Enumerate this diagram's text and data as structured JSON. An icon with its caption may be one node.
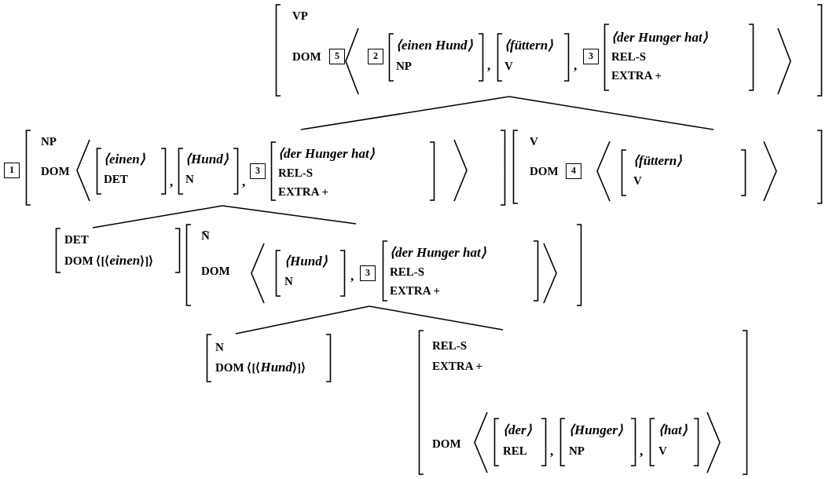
{
  "diagram": {
    "nodes": [
      {
        "text": [
          "VP",
          "DOM",
          ",",
          ","
        ]
      },
      {
        "text": [
          "5"
        ],
        "in": 0
      },
      {
        "text": [
          "2"
        ],
        "in": 0
      },
      {
        "text": [
          "⟨einen Hund⟩",
          "NP"
        ],
        "in": 0
      },
      {
        "text": [
          "⟨füttern⟩",
          "V"
        ],
        "in": 0
      },
      {
        "text": [
          "3"
        ],
        "in": 0
      },
      {
        "text": [
          "⟨der Hunger hat⟩",
          "REL-S",
          "EXTRA +"
        ],
        "in": 0
      },
      {
        "text": [
          "1"
        ]
      },
      {
        "text": [
          "NP",
          "DOM",
          ",",
          ","
        ]
      },
      {
        "text": [
          "⟨einen⟩",
          "DET"
        ],
        "in": 8
      },
      {
        "text": [
          "⟨Hund⟩",
          "N"
        ],
        "in": 8
      },
      {
        "text": [
          "3"
        ],
        "in": 8
      },
      {
        "text": [
          "⟨der Hunger hat⟩",
          "REL-S",
          "EXTRA +"
        ],
        "in": 8
      },
      {
        "text": [
          "V",
          "DOM"
        ]
      },
      {
        "text": [
          "4"
        ],
        "in": 13
      },
      {
        "text": [
          "⟨füttern⟩",
          "V"
        ],
        "in": 13
      },
      {
        "text": [
          "DET",
          "DOM ⟨[⟨*einen*⟩]⟩"
        ]
      },
      {
        "text": [
          "N̄",
          "DOM",
          ","
        ]
      },
      {
        "text": [
          "⟨Hund⟩",
          "N"
        ],
        "in": 17
      },
      {
        "text": [
          "3"
        ],
        "in": 17
      },
      {
        "text": [
          "⟨der Hunger hat⟩",
          "REL-S",
          "EXTRA +"
        ],
        "in": 17
      },
      {
        "text": [
          "N",
          "DOM ⟨[⟨*Hund*⟩]⟩"
        ]
      },
      {
        "text": [
          "REL-S",
          "EXTRA +",
          "DOM",
          ",",
          ","
        ]
      },
      {
        "text": [
          "⟨der⟩",
          "REL"
        ],
        "in": 22
      },
      {
        "text": [
          "⟨Hunger⟩",
          "NP"
        ],
        "in": 22
      },
      {
        "text": [
          "⟨hat⟩",
          "V"
        ],
        "in": 22
      }
    ],
    "edges": [
      {
        "from": 0,
        "to": 8,
        "arrow": "none"
      },
      {
        "from": 0,
        "to": 13,
        "arrow": "none"
      },
      {
        "from": 8,
        "to": 16,
        "arrow": "none"
      },
      {
        "from": 8,
        "to": 17,
        "arrow": "none"
      },
      {
        "from": 17,
        "to": 21,
        "arrow": "none"
      },
      {
        "from": 17,
        "to": 22,
        "arrow": "none"
      }
    ]
  }
}
